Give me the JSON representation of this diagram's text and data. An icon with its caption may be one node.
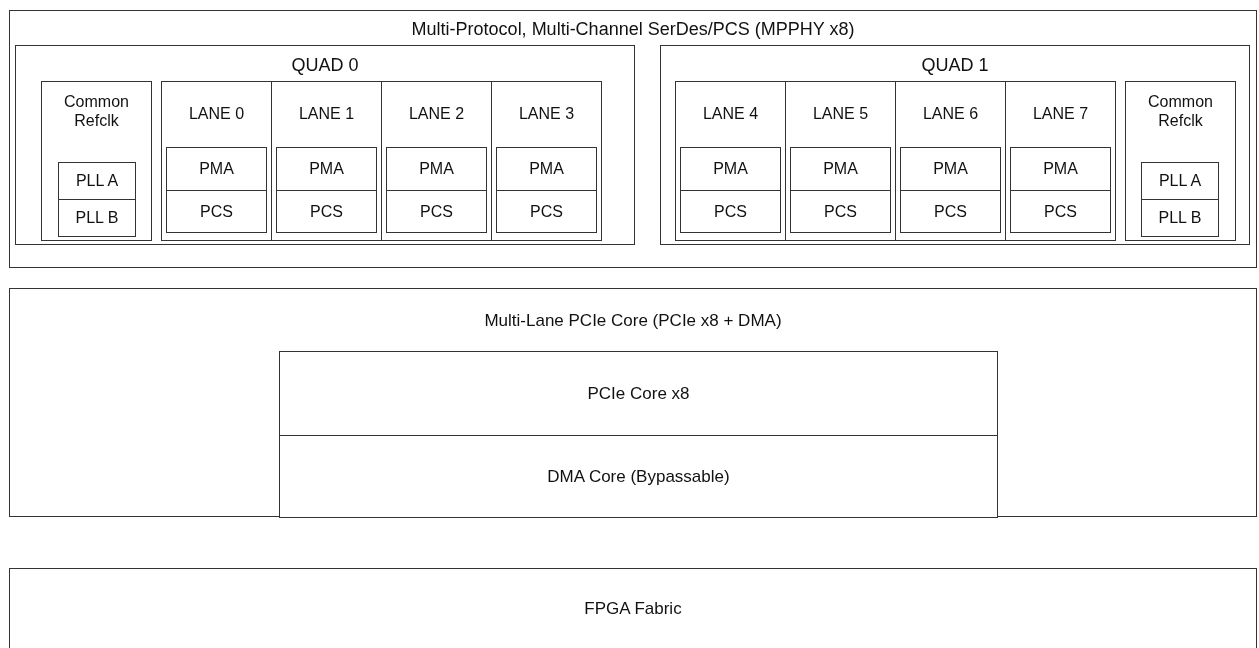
{
  "diagram": {
    "nodes": [
      {
        "text": [
          "Multi-Protocol, Multi-Channel SerDes/PCS (MPPHY x8)"
        ]
      },
      {
        "text": [
          "QUAD 0"
        ],
        "in": 0
      },
      {
        "text": [
          "Common Refclk"
        ],
        "in": 1
      },
      {
        "text": [
          "PLL A"
        ],
        "in": 2
      },
      {
        "text": [
          "PLL B"
        ],
        "in": 2
      },
      {
        "text": [
          "LANE 0"
        ],
        "in": 1
      },
      {
        "text": [
          "PMA"
        ],
        "in": 5
      },
      {
        "text": [
          "PCS"
        ],
        "in": 5
      },
      {
        "text": [
          "LANE 1"
        ],
        "in": 1
      },
      {
        "text": [
          "PMA"
        ],
        "in": 8
      },
      {
        "text": [
          "PCS"
        ],
        "in": 8
      },
      {
        "text": [
          "LANE 2"
        ],
        "in": 1
      },
      {
        "text": [
          "PMA"
        ],
        "in": 11
      },
      {
        "text": [
          "PCS"
        ],
        "in": 11
      },
      {
        "text": [
          "LANE 3"
        ],
        "in": 1
      },
      {
        "text": [
          "PMA"
        ],
        "in": 14
      },
      {
        "text": [
          "PCS"
        ],
        "in": 14
      },
      {
        "text": [
          "QUAD 1"
        ],
        "in": 0
      },
      {
        "text": [
          "LANE 4"
        ],
        "in": 17
      },
      {
        "text": [
          "PMA"
        ],
        "in": 18
      },
      {
        "text": [
          "PCS"
        ],
        "in": 18
      },
      {
        "text": [
          "LANE 5"
        ],
        "in": 17
      },
      {
        "text": [
          "PMA"
        ],
        "in": 21
      },
      {
        "text": [
          "PCS"
        ],
        "in": 21
      },
      {
        "text": [
          "LANE 6"
        ],
        "in": 17
      },
      {
        "text": [
          "PMA"
        ],
        "in": 24
      },
      {
        "text": [
          "PCS"
        ],
        "in": 24
      },
      {
        "text": [
          "LANE 7"
        ],
        "in": 17
      },
      {
        "text": [
          "PMA"
        ],
        "in": 27
      },
      {
        "text": [
          "PCS"
        ],
        "in": 27
      },
      {
        "text": [
          "Common Refclk"
        ],
        "in": 17
      },
      {
        "text": [
          "PLL A"
        ],
        "in": 30
      },
      {
        "text": [
          "PLL B"
        ],
        "in": 30
      },
      {
        "text": [
          "Multi-Lane PCIe Core (PCIe x8 + DMA)"
        ]
      },
      {
        "text": [
          "PCIe Core x8"
        ],
        "in": 33
      },
      {
        "text": [
          "DMA Core (Bypassable)"
        ],
        "in": 33
      },
      {
        "text": [
          "FPGA Fabric"
        ]
      }
    ]
  }
}
